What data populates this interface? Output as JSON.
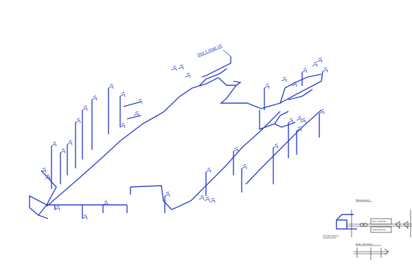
{
  "drawing": {
    "riser_title": "Stoj 1 stoja 1K",
    "detail_title": "Schema po 20",
    "detail_note_left": "Uzlovaja schema",
    "box_label_1": "Tepl. schetchik",
    "box_label_2": "Vodoschetchik",
    "section_title": "Detal. uzla ucheta"
  },
  "colors": {
    "pipe": "#2a3fc8",
    "background": "#ffffff"
  }
}
